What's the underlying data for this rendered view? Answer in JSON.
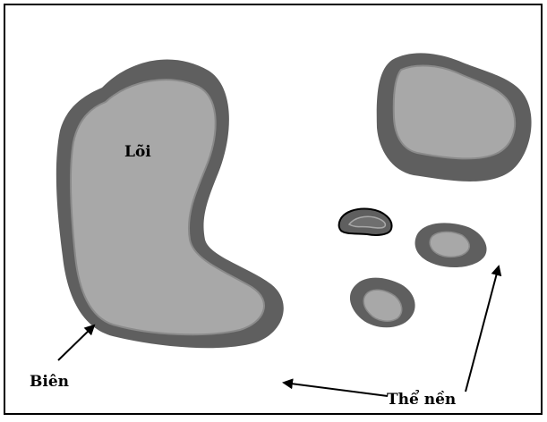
{
  "labels": {
    "core": "Lõi",
    "edge": "Biên",
    "matrix": "Thể nền"
  },
  "colors": {
    "background": "#ffffff",
    "frame": "#000000",
    "patch_edge": "#5f5f5f",
    "patch_core": "#a8a8a8",
    "core_outline": "#8a8a8a",
    "arrow": "#000000"
  }
}
